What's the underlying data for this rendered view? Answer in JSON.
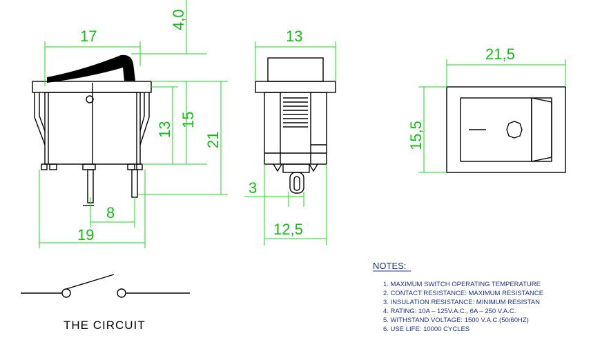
{
  "dimensions": {
    "front_width": "17",
    "front_top": "4,0",
    "front_h13": "13",
    "front_h15": "15",
    "front_h21": "21",
    "front_pin_spacing": "8",
    "front_base": "19",
    "side_width": "13",
    "side_pin": "3",
    "side_base": "12,5",
    "panel_width": "21,5",
    "panel_height": "15,5"
  },
  "circuit": {
    "label": "THE CIRCUIT"
  },
  "notes": {
    "title": "NOTES:",
    "items": [
      "1. MAXIMUM SWITCH OPERATING TEMPERATURE",
      "2. CONTACT RESISTANCE: MAXIMUM RESISTANCE",
      "3. INSULATION RESISTANCE: MINIMUM RESISTAN",
      "4. RATING: 10A  –  125V.A.C., 6A  –  250  V.A.C.",
      "5. WITHSTAND VOLTAGE: 1500 V.A.C.(50/60HZ)",
      "6. USE LIFE: 10000 CYCLES"
    ]
  }
}
